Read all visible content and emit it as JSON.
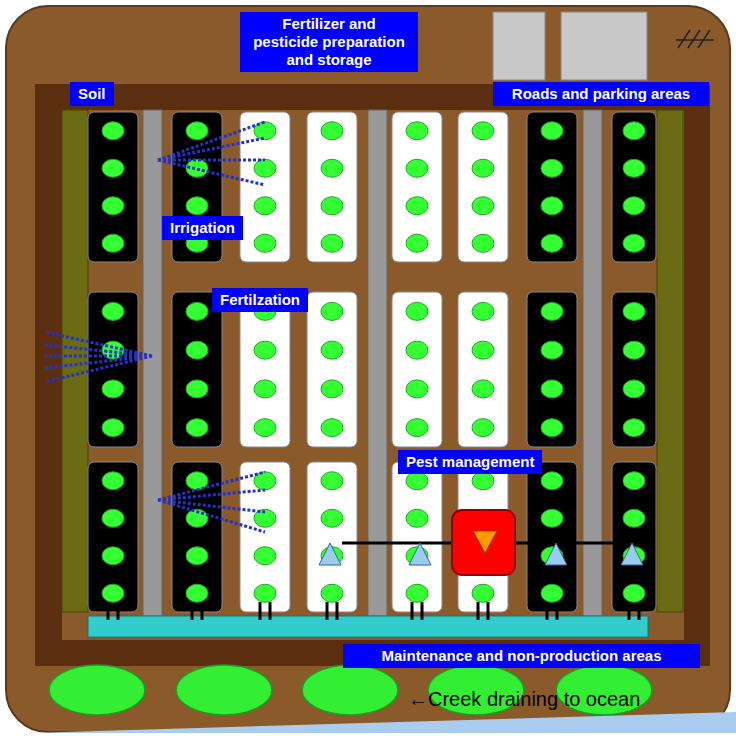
{
  "diagram": {
    "nodes": [
      {
        "text": [
          "Fertilizer and pesticide preparation and storage"
        ]
      },
      {
        "text": [
          "Soil"
        ]
      },
      {
        "text": [
          "Roads and parking areas"
        ]
      },
      {
        "text": [
          "Irrigation"
        ]
      },
      {
        "text": [
          "Fertilzation"
        ]
      },
      {
        "text": [
          "Pest management"
        ]
      },
      {
        "text": [
          "Maintenance and non-production areas"
        ]
      }
    ],
    "labels": [
      "←Creek draining to ocean"
    ]
  }
}
